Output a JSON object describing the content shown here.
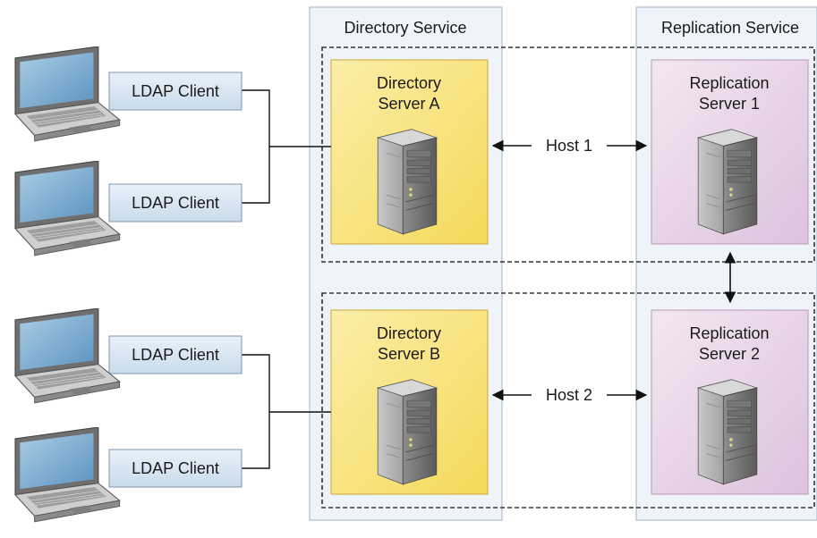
{
  "services": {
    "directory": "Directory Service",
    "replication": "Replication Service"
  },
  "directory_servers": [
    {
      "line1": "Directory",
      "line2": "Server A"
    },
    {
      "line1": "Directory",
      "line2": "Server B"
    }
  ],
  "replication_servers": [
    {
      "line1": "Replication",
      "line2": "Server 1"
    },
    {
      "line1": "Replication",
      "line2": "Server 2"
    }
  ],
  "hosts": [
    "Host 1",
    "Host 2"
  ],
  "clients": [
    "LDAP Client",
    "LDAP Client",
    "LDAP Client",
    "LDAP Client"
  ],
  "colors": {
    "service_bg": "#eef4fa",
    "service_border": "#9fb4c8",
    "directory_fill": "#f8e27a",
    "directory_border": "#c9a83a",
    "replication_fill": "#ead5ea",
    "replication_border": "#b89ab8",
    "client_fill": "#dbe8f4",
    "client_border": "#7e96ad",
    "host_border": "#333333"
  },
  "icons": {
    "server": "server-tower-icon",
    "laptop": "laptop-icon"
  }
}
